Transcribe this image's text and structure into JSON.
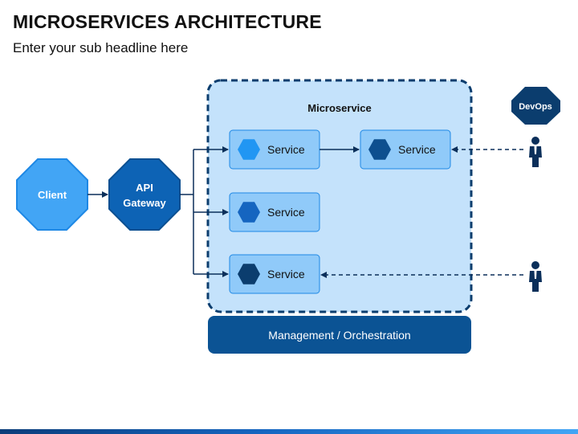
{
  "header": {
    "title": "MICROSERVICES ARCHITECTURE",
    "subtitle": "Enter your sub headline here"
  },
  "nodes": {
    "client": "Client",
    "gateway_line1": "API",
    "gateway_line2": "Gateway",
    "microservice_title": "Microservice",
    "service_1": "Service",
    "service_2": "Service",
    "service_3": "Service",
    "service_4": "Service",
    "management": "Management / Orchestration",
    "devops": "DevOps"
  },
  "icons": {
    "hexagon": "hexagon-icon",
    "person": "person-icon"
  },
  "colors": {
    "client": "#42a5f5",
    "gateway": "#0d63b5",
    "container_fill": "#c4e2fb",
    "container_border": "#0b3d6e",
    "service_fill": "#90caf9",
    "management": "#0b5394",
    "devops": "#0b3d6e",
    "person": "#0b2f5a"
  }
}
